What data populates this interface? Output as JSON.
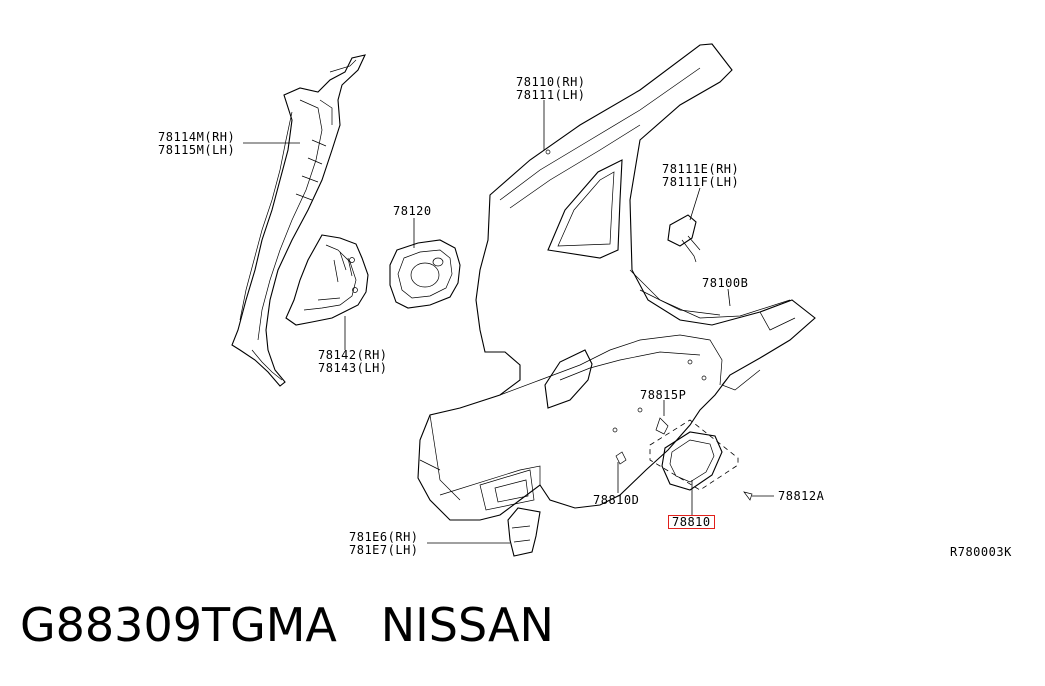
{
  "figure_code": "R780003K",
  "caption": {
    "part_number": "G88309TGMA",
    "brand": "NISSAN"
  },
  "accent_color": "#e0201b",
  "callouts": [
    {
      "id": "78114M",
      "lines": [
        "78114M(RH)",
        "78115M(LH)"
      ]
    },
    {
      "id": "78110",
      "lines": [
        "78110(RH)",
        "78111(LH)"
      ]
    },
    {
      "id": "78120",
      "lines": [
        "78120"
      ]
    },
    {
      "id": "78111E",
      "lines": [
        "78111E(RH)",
        "78111F(LH)"
      ]
    },
    {
      "id": "78100B",
      "lines": [
        "78100B"
      ]
    },
    {
      "id": "78142",
      "lines": [
        "78142(RH)",
        "78143(LH)"
      ]
    },
    {
      "id": "78815P",
      "lines": [
        "78815P"
      ]
    },
    {
      "id": "78810D",
      "lines": [
        "78810D"
      ]
    },
    {
      "id": "78812A",
      "lines": [
        "78812A"
      ]
    },
    {
      "id": "78810",
      "lines": [
        "78810"
      ],
      "highlighted": true
    },
    {
      "id": "781E6",
      "lines": [
        "781E6(RH)",
        "781E7(LH)"
      ]
    }
  ]
}
